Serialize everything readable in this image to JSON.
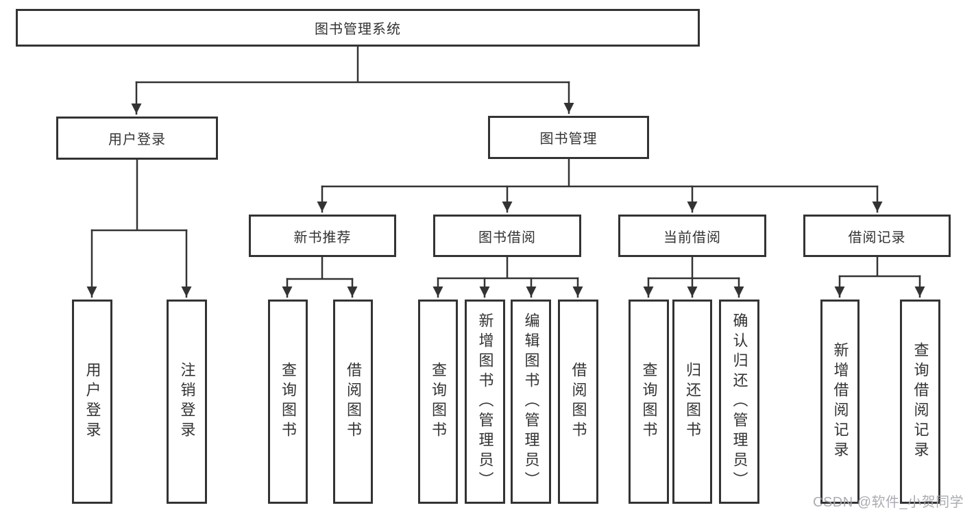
{
  "colors": {
    "line": "#333333",
    "box_border": "#333333",
    "text": "#333333",
    "background": "#ffffff",
    "watermark": "#a5a8ad"
  },
  "watermark": {
    "text": "CSDN @软件_小贺同学"
  },
  "tree": {
    "label": "图书管理系统",
    "children": [
      {
        "label": "用户登录",
        "children": [
          {
            "label": "用户登录"
          },
          {
            "label": "注销登录"
          }
        ]
      },
      {
        "label": "图书管理",
        "children": [
          {
            "label": "新书推荐",
            "children": [
              {
                "label": "查询图书"
              },
              {
                "label": "借阅图书"
              }
            ]
          },
          {
            "label": "图书借阅",
            "children": [
              {
                "label": "查询图书"
              },
              {
                "label": "新增图书（管理员）"
              },
              {
                "label": "编辑图书（管理员）"
              },
              {
                "label": "借阅图书"
              }
            ]
          },
          {
            "label": "当前借阅",
            "children": [
              {
                "label": "查询图书"
              },
              {
                "label": "归还图书"
              },
              {
                "label": "确认归还（管理员）"
              }
            ]
          },
          {
            "label": "借阅记录",
            "children": [
              {
                "label": "新增借阅记录"
              },
              {
                "label": "查询借阅记录"
              }
            ]
          }
        ]
      }
    ]
  }
}
